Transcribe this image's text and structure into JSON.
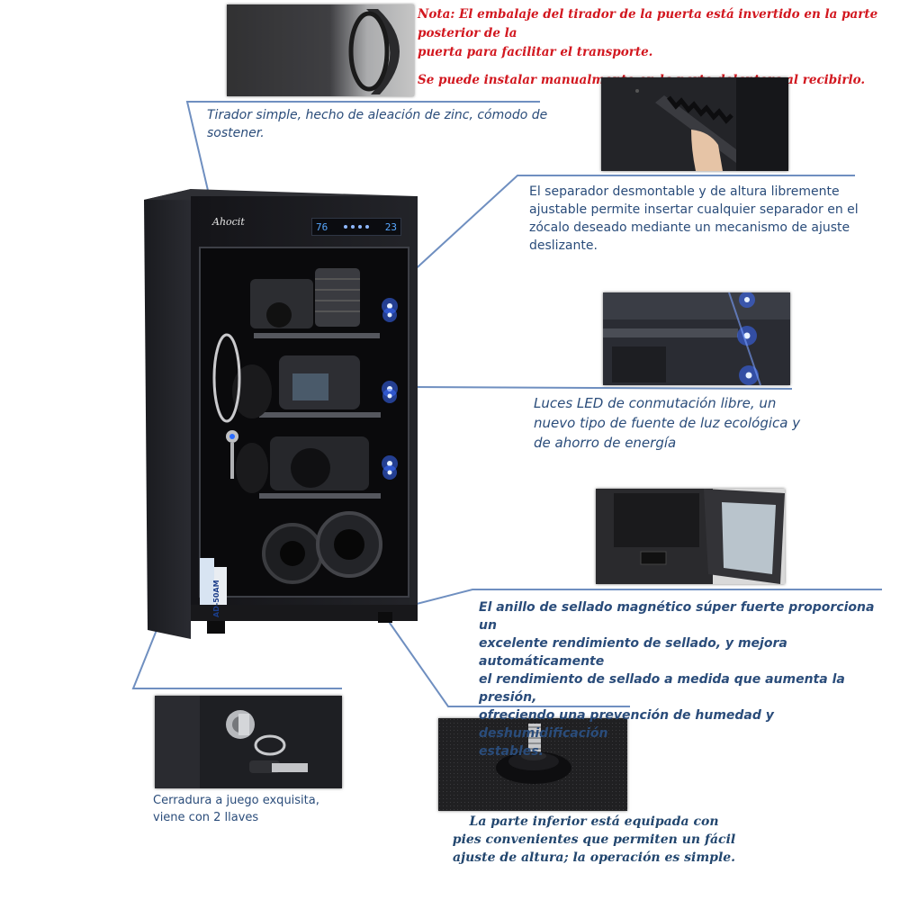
{
  "note": {
    "line1": "Nota: El embalaje del tirador de la puerta está invertido en la parte posterior de la",
    "line2": "puerta para facilitar el transporte.",
    "line3": "Se puede instalar manualmente en la parte delantera al recibirlo."
  },
  "captions": {
    "handle": [
      "Tirador simple, hecho de aleación de zinc, cómodo de",
      "sostener."
    ],
    "separator": [
      "El separador desmontable y de altura libremente",
      "ajustable permite insertar cualquier separador en el",
      "zócalo deseado mediante un mecanismo de ajuste",
      "deslizante."
    ],
    "led": [
      "Luces LED de conmutación libre, un",
      "nuevo tipo de fuente de luz ecológica y",
      "de ahorro de energía"
    ],
    "seal": [
      "El anillo de sellado magnético súper fuerte proporciona un",
      "excelente rendimiento de sellado, y mejora automáticamente",
      "el rendimiento de sellado a medida que aumenta la presión,",
      "ofreciendo una prevención de humedad y deshumidificación",
      "estables."
    ],
    "lock": [
      "Cerradura a juego exquisita,",
      "viene con 2 llaves"
    ],
    "feet": [
      "La parte inferior está equipada con",
      "pies convenientes que permiten un fácil",
      "ajuste de altura; la operación es simple."
    ]
  },
  "cabinet": {
    "brand": "Ahocit",
    "display_left": "76",
    "display_right": "23",
    "side_label": "AD-50AM"
  },
  "colors": {
    "caption": "#2a4c7a",
    "note": "#d2171f",
    "leader": "#6f8fc0",
    "cabinet": "#1b1c20",
    "display": "#58a8ff"
  }
}
